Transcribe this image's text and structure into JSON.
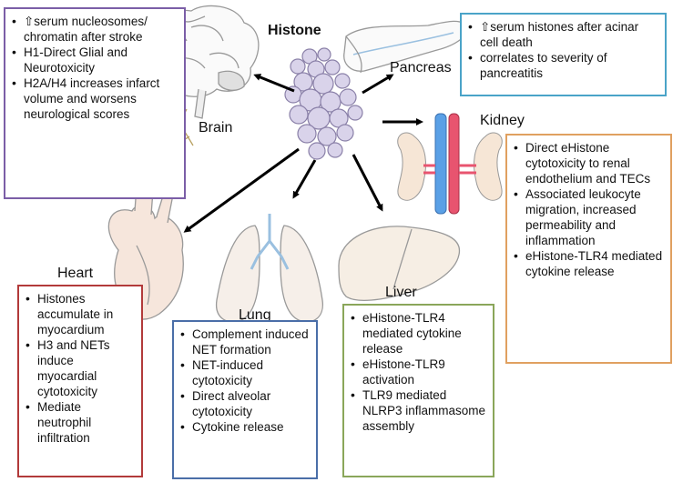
{
  "title": "Histone",
  "colors": {
    "brain_border": "#7b5ea7",
    "pancreas_border": "#4aa3c8",
    "kidney_border": "#e0a060",
    "heart_border": "#b23a3a",
    "lung_border": "#4a6ea8",
    "liver_border": "#8aa65a",
    "histone_fill": "#d9d3ea",
    "histone_stroke": "#8a80a8",
    "organ_fill": "#f5e8df",
    "organ_stroke": "#888888",
    "artery": "#e8546f",
    "vein": "#5aa0e6"
  },
  "icons": [
    "brain-icon",
    "pancreas-icon",
    "kidney-icon",
    "heart-icon",
    "lung-icon",
    "liver-icon"
  ],
  "organs": {
    "brain": {
      "label": "Brain",
      "bullets": [
        "⇧serum nucleosomes/ chromatin after stroke",
        "H1-Direct Glial and Neurotoxicity",
        "H2A/H4 increases infarct volume and worsens neurological scores"
      ]
    },
    "pancreas": {
      "label": "Pancreas",
      "bullets": [
        "⇧serum histones after acinar cell death",
        "correlates to severity of pancreatitis"
      ]
    },
    "kidney": {
      "label": "Kidney",
      "bullets": [
        "Direct eHistone cytotoxicity to renal endothelium and TECs",
        "Associated leukocyte migration, increased permeability and inflammation",
        "eHistone-TLR4 mediated cytokine release"
      ]
    },
    "heart": {
      "label": "Heart",
      "bullets": [
        "Histones accumulate in myocardium",
        "H3 and NETs induce myocardial cytotoxicity",
        "Mediate neutrophil infiltration"
      ]
    },
    "lung": {
      "label": "Lung",
      "bullets": [
        "Complement induced NET formation",
        "NET-induced cytotoxicity",
        "Direct alveolar cytotoxicity",
        "Cytokine release"
      ]
    },
    "liver": {
      "label": "Liver",
      "bullets": [
        "eHistone-TLR4 mediated cytokine release",
        "eHistone-TLR9 activation",
        "TLR9 mediated NLRP3 inflammasome assembly"
      ]
    }
  }
}
